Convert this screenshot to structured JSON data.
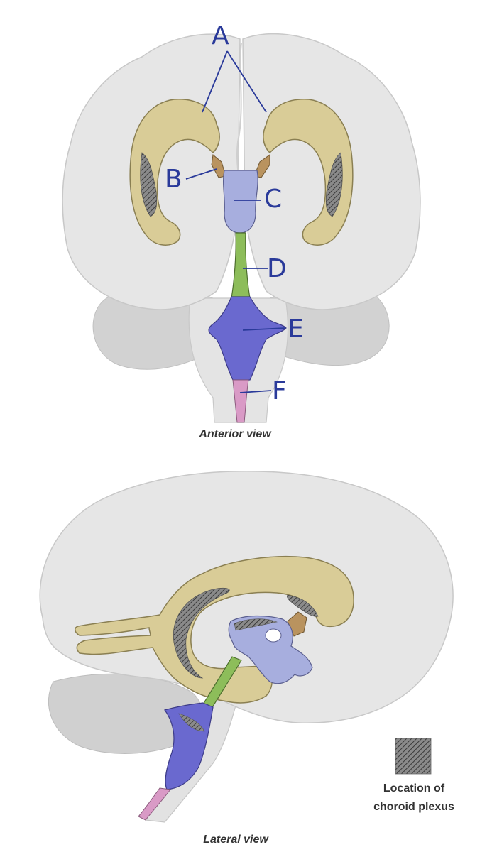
{
  "labels": {
    "a": "A",
    "b": "B",
    "c": "C",
    "d": "D",
    "e": "E",
    "f": "F"
  },
  "captions": {
    "anterior": "Anterior view",
    "lateral": "Lateral view"
  },
  "legend": {
    "line1": "Location of",
    "line2": "choroid plexus"
  },
  "colors": {
    "brain": "#e6e6e6",
    "brain_outline": "#c8c8c8",
    "cerebellum": "#cfcfcf",
    "lateral_ventricle": "#d9cc97",
    "interventricular_foramen": "#b9935f",
    "third_ventricle": "#a7aede",
    "cerebral_aqueduct": "#8dbd5a",
    "fourth_ventricle": "#6a69cf",
    "central_canal": "#d99ac6",
    "annotation": "#2a3a9a"
  }
}
